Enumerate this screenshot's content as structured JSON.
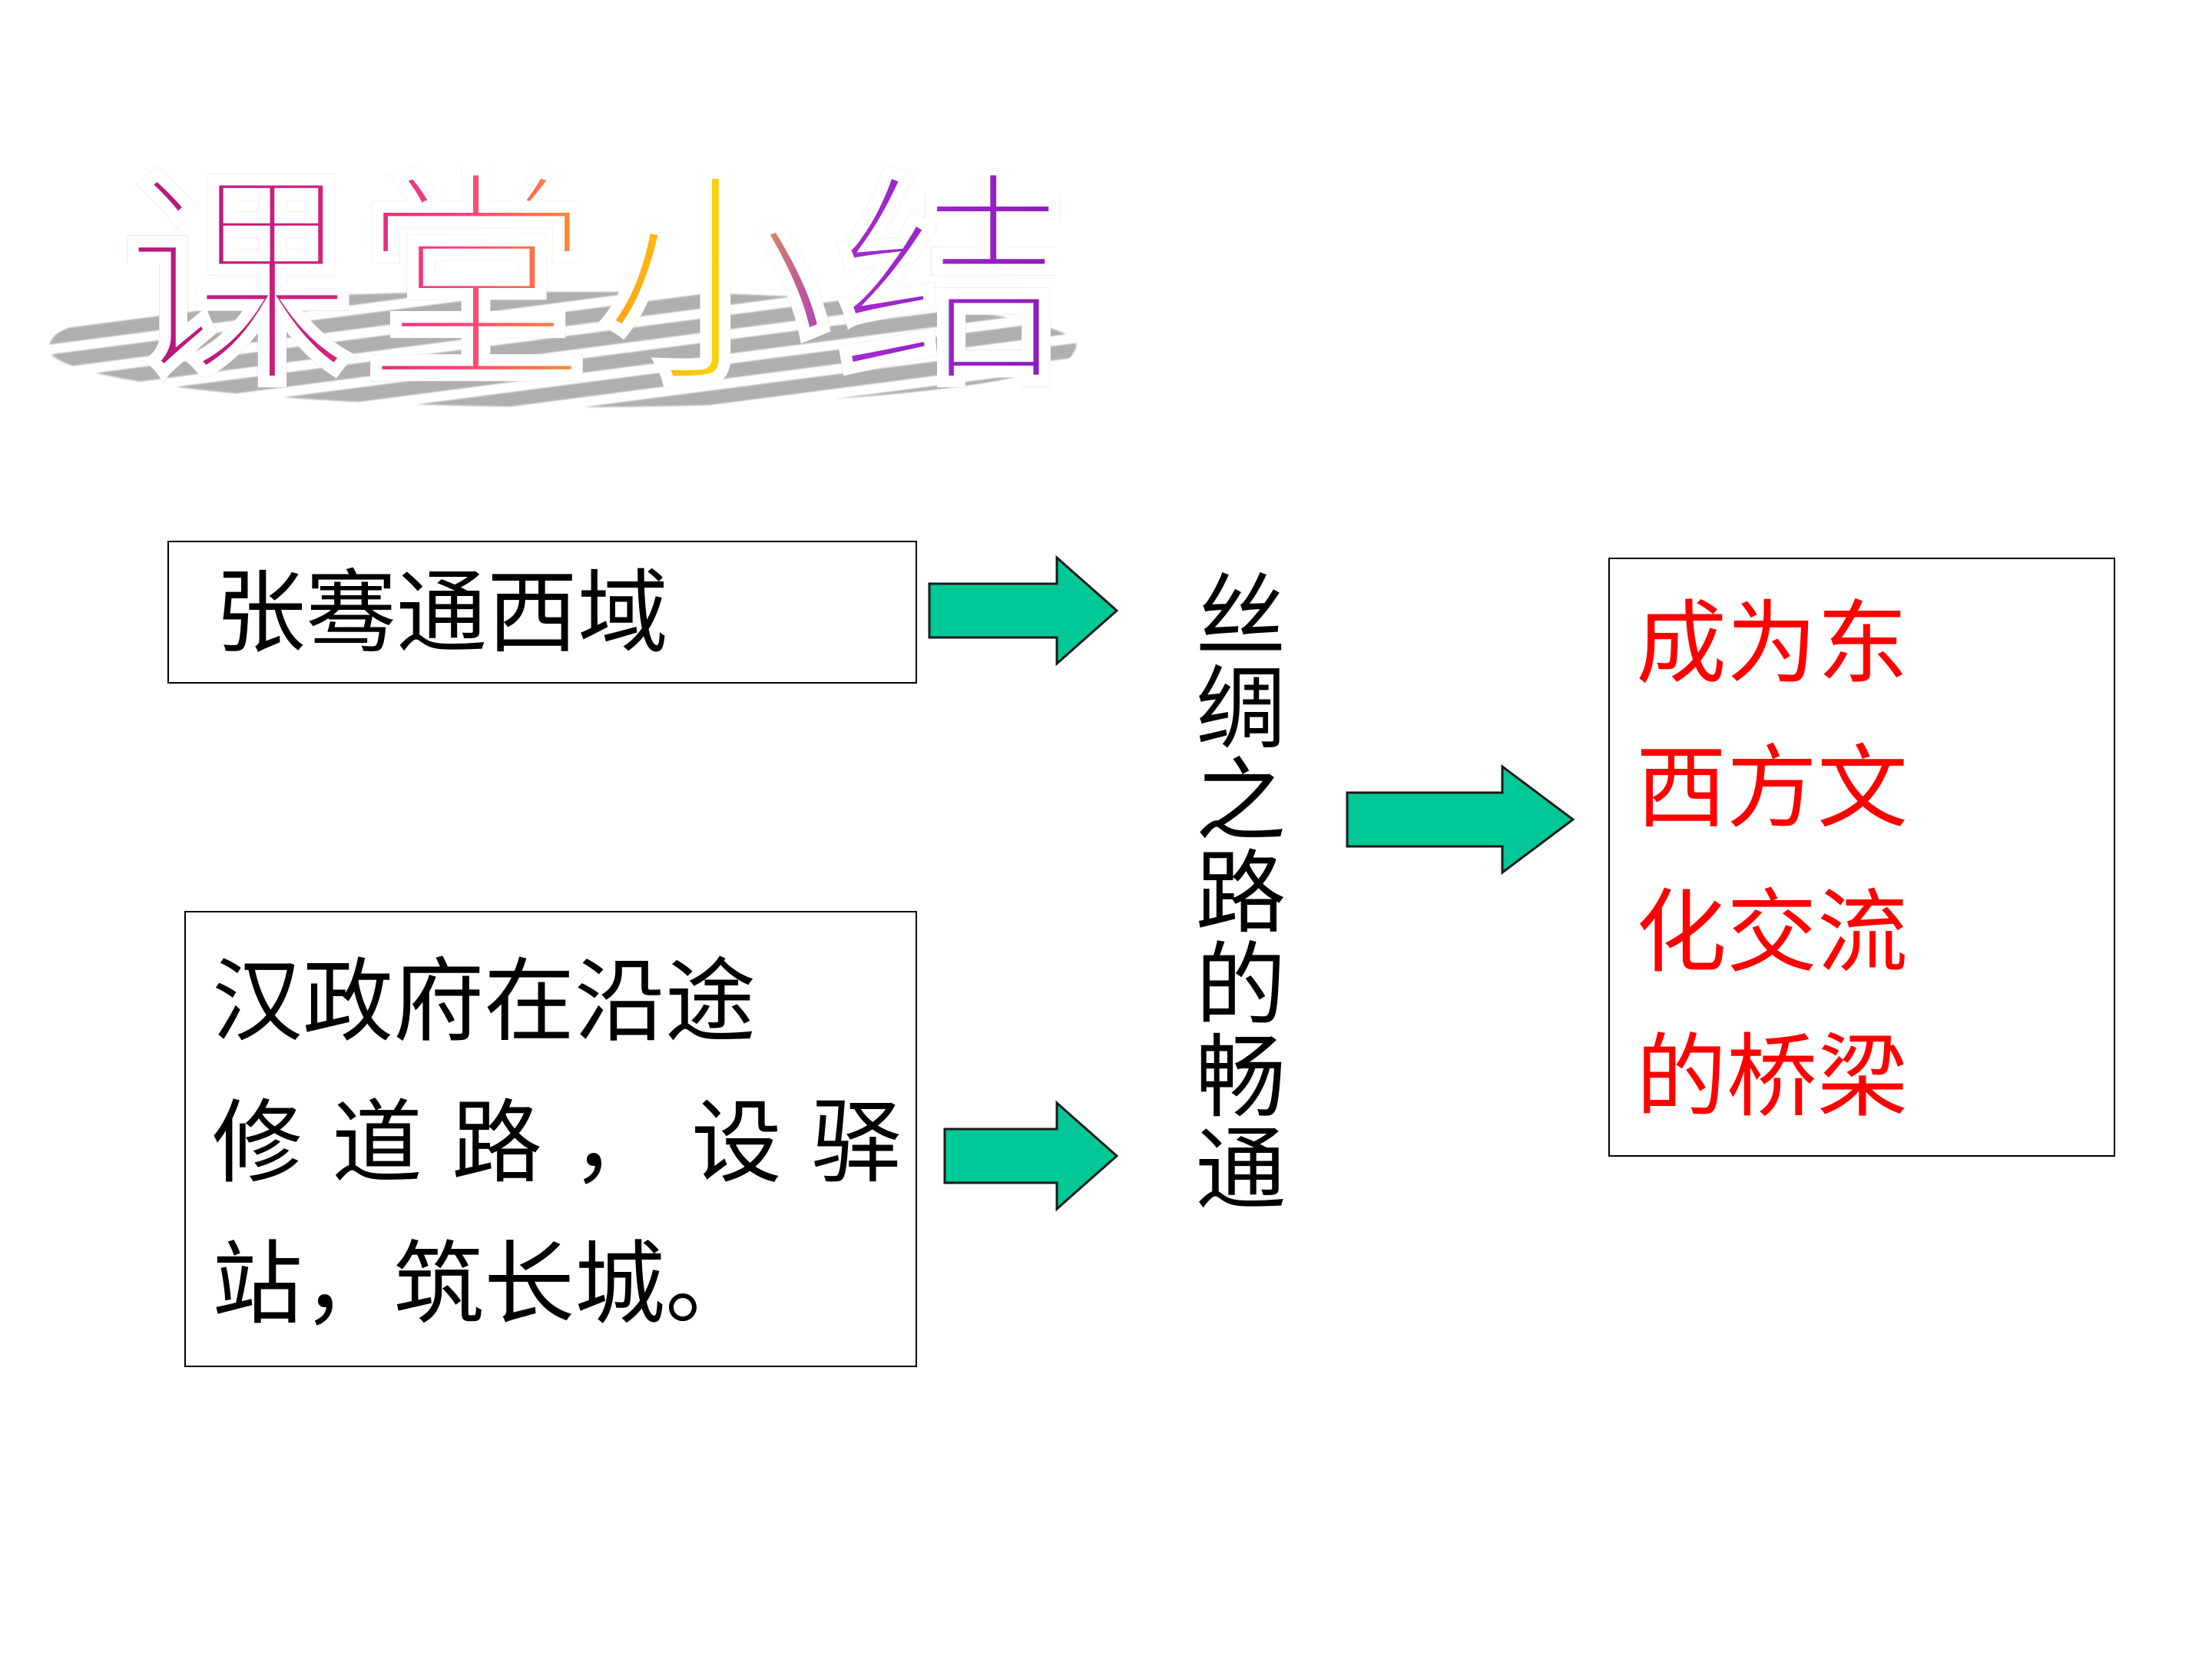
{
  "title": {
    "text": "课堂小结"
  },
  "left_boxes": {
    "top": "张骞通西域",
    "bottom_lines": [
      "汉政府在沿途",
      "修道路，设驿",
      "站，筑长城。"
    ]
  },
  "center": {
    "vertical_text": "丝绸之路的畅通"
  },
  "result": {
    "lines": [
      "成为东",
      "西方文",
      "化交流",
      "的桥梁"
    ],
    "color": "#ff0000"
  },
  "colors": {
    "arrow_fill": "#00c896",
    "border": "#000000"
  },
  "icons": [
    "arrow-right-icon",
    "arrow-right-icon",
    "arrow-right-icon"
  ]
}
